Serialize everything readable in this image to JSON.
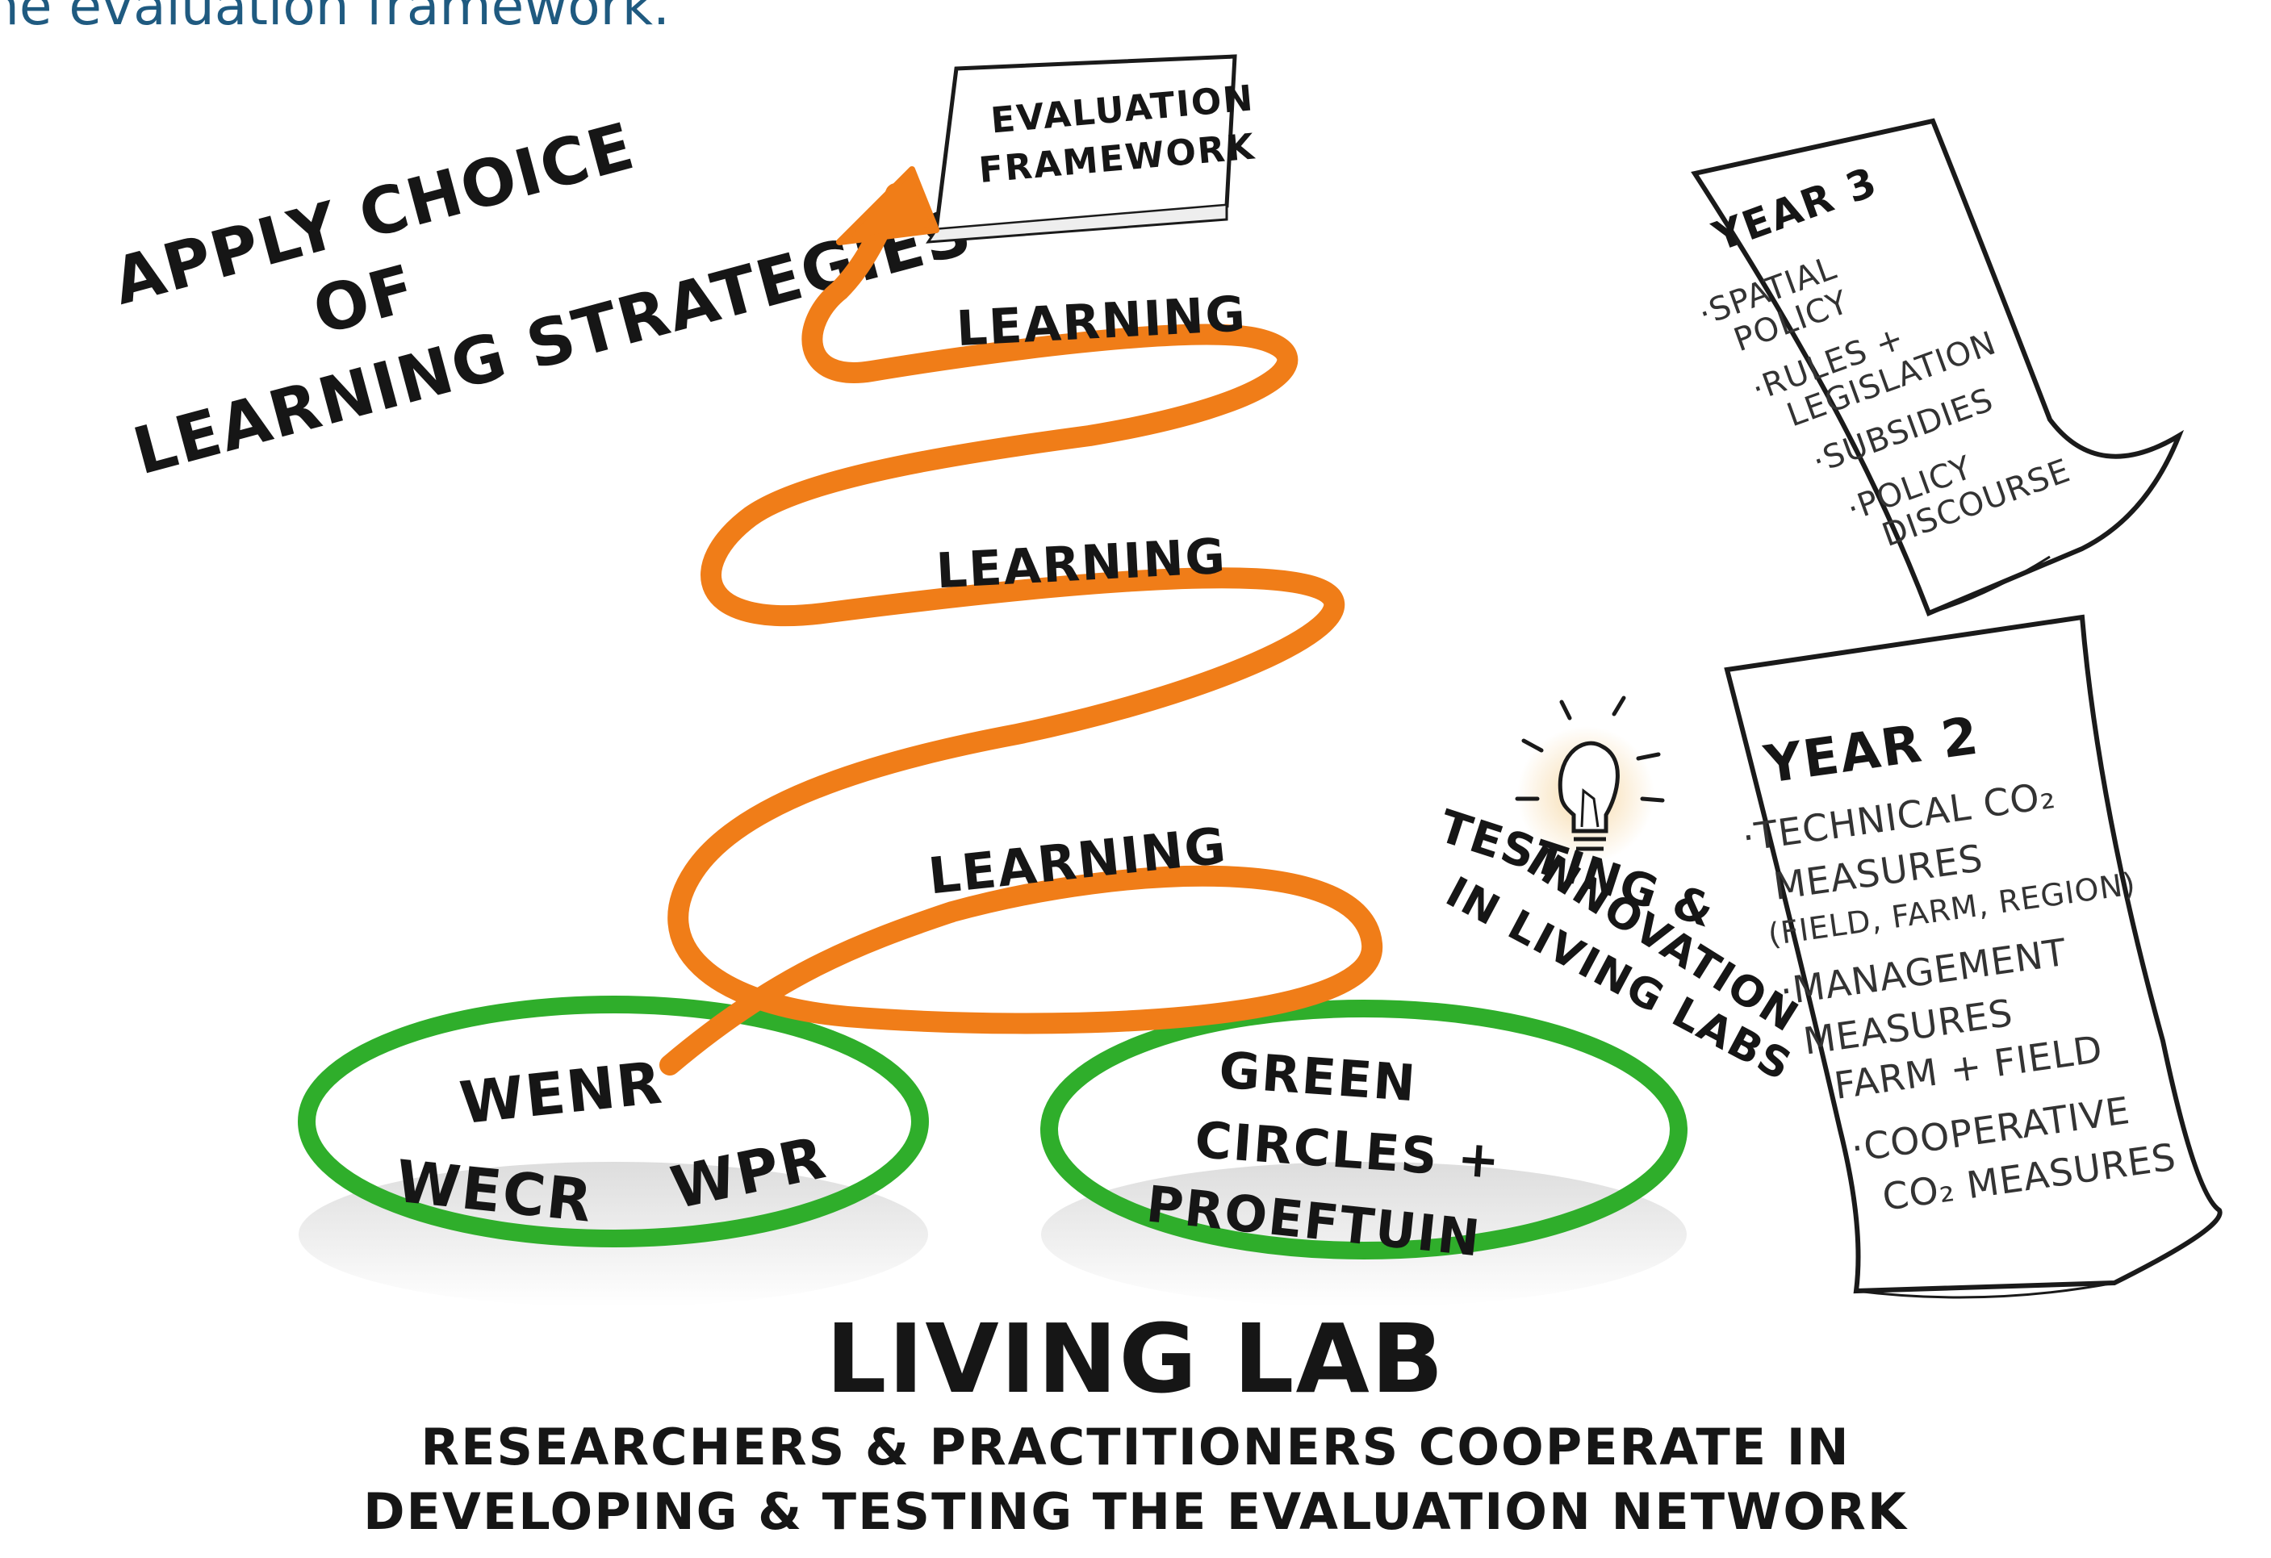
{
  "header": {
    "partial_title": "he evaluation framework."
  },
  "top_note": {
    "lines": [
      "APPLY CHOICE",
      "OF",
      "LEARNING STRATEGIES"
    ]
  },
  "framework_card": {
    "lines": [
      "EVALUATION",
      "FRAMEWORK"
    ]
  },
  "spiral": {
    "labels": [
      "LEARNING",
      "LEARNING",
      "LEARNING"
    ]
  },
  "ellipses": {
    "left": {
      "lines": [
        "WENR",
        "WECR",
        "WPR"
      ]
    },
    "right": {
      "lines": [
        "GREEN",
        "CIRCLES +",
        "PROEFTUIN"
      ]
    }
  },
  "testing_note": {
    "lines": [
      "TESTING &",
      "INNOVATION",
      "IN LIVING LABS"
    ]
  },
  "year3": {
    "title": "YEAR 3",
    "lines": [
      "·SPATIAL",
      "POLICY",
      "·RULES +",
      "LEGISLATION",
      "·SUBSIDIES",
      "·POLICY",
      "DISCOURSE"
    ]
  },
  "year2": {
    "title": "YEAR 2",
    "lines": [
      "·TECHNICAL CO₂",
      "MEASURES",
      "(FIELD, FARM, REGION)",
      "·MANAGEMENT",
      "MEASURES",
      "FARM + FIELD",
      "·COOPERATIVE",
      "CO₂ MEASURES"
    ]
  },
  "footer": {
    "title": "LIVING LAB",
    "lines": [
      "RESEARCHERS & PRACTITIONERS COOPERATE IN",
      "DEVELOPING & TESTING THE EVALUATION NETWORK"
    ]
  },
  "colors": {
    "orange": "#F07D18",
    "green": "#2FAE2B",
    "header": "#1F5A80",
    "ink": "#161616"
  }
}
